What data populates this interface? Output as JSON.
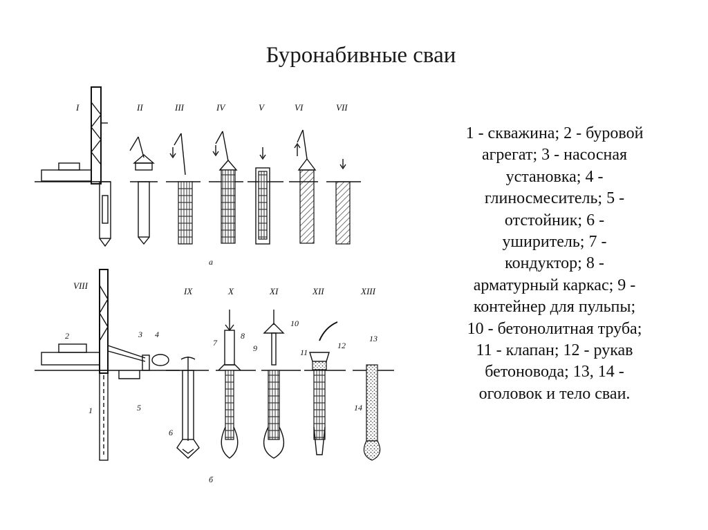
{
  "slide": {
    "title": "Буронабивные сваи",
    "legend_lines": [
      "1 - скважина; 2 - буровой",
      "агрегат; 3 - насосная",
      "установка; 4 -",
      "глиносмеситель; 5 -",
      "отстойник; 6 -",
      "уширитель; 7 -",
      "кондуктор; 8 -",
      "арматурный каркас; 9 -",
      "контейнер для пульпы;",
      "10 - бетонолитная труба;",
      "11 - клапан; 12 - рукав",
      "бетоновода; 13, 14 -",
      "оголовок и тело сваи."
    ]
  },
  "diagram": {
    "stages_top": [
      "I",
      "II",
      "III",
      "IV",
      "V",
      "VI",
      "VII"
    ],
    "stages_bottom": [
      "VIII",
      "IX",
      "X",
      "XI",
      "XII",
      "XIII"
    ],
    "panel_labels": [
      "а",
      "б"
    ],
    "callouts": [
      "1",
      "2",
      "3",
      "4",
      "5",
      "6",
      "7",
      "8",
      "9",
      "10",
      "11",
      "12",
      "13",
      "14"
    ]
  }
}
